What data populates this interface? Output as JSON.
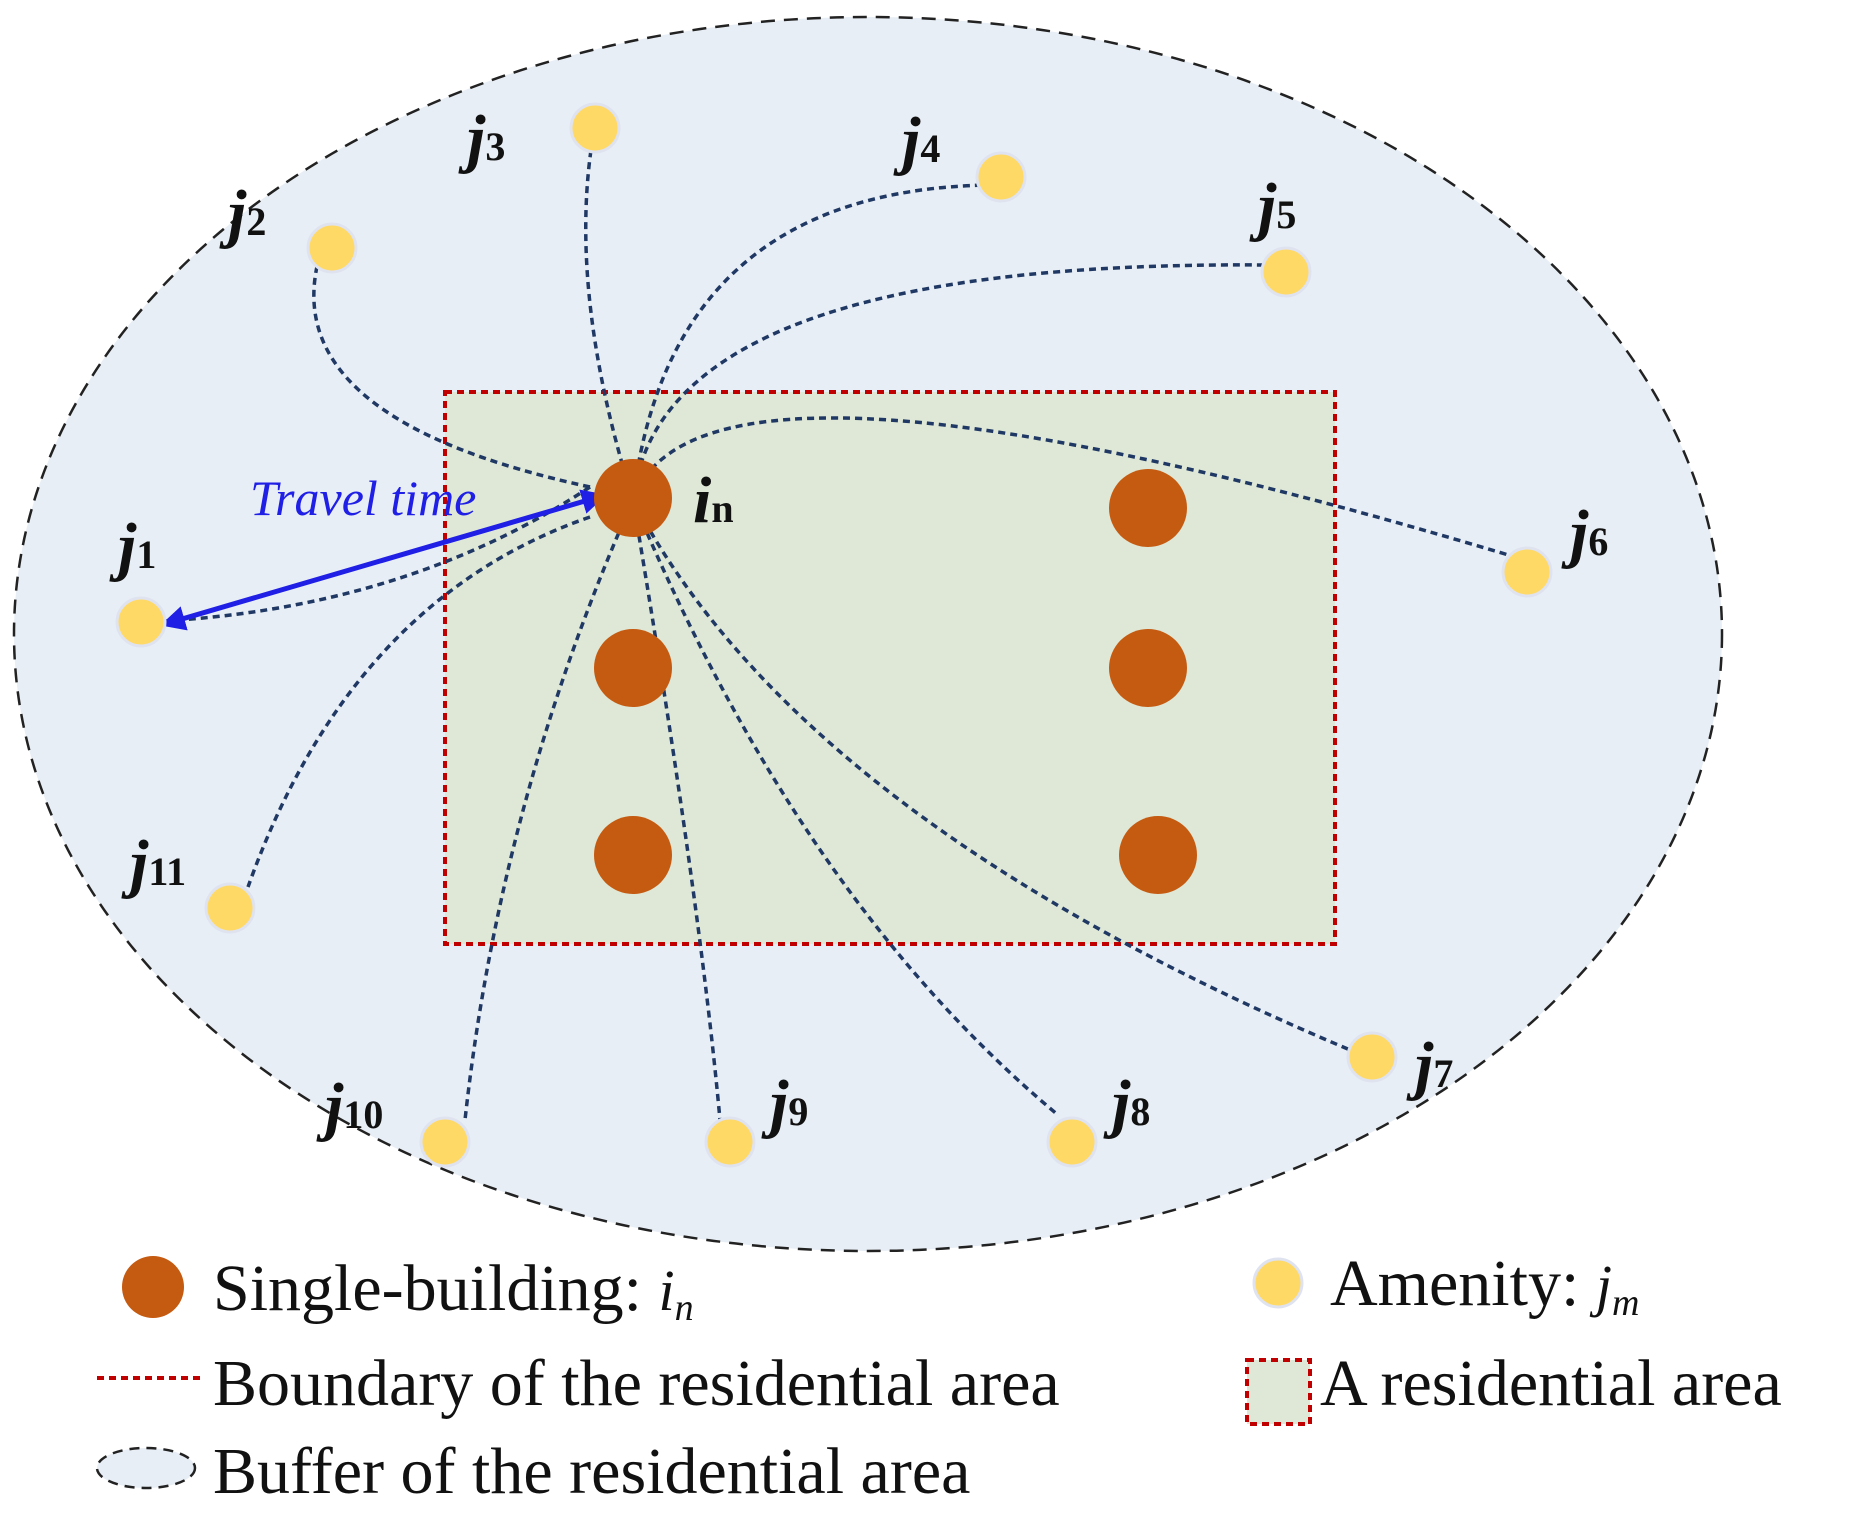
{
  "colors": {
    "buffer_fill": "#e8eef5",
    "buffer_stroke": "#222222",
    "area_fill": "#dfe8d6",
    "area_stroke": "#c00000",
    "building": "#c55a11",
    "amenity": "#ffd966",
    "route": "#1f3864",
    "travel_arrow": "#1f1fe6"
  },
  "diagram": {
    "origin": {
      "letter": "i",
      "sub": "n"
    },
    "travel_label": "Travel time",
    "amenity_letter": "j",
    "amenities": [
      {
        "sub": "1"
      },
      {
        "sub": "2"
      },
      {
        "sub": "3"
      },
      {
        "sub": "4"
      },
      {
        "sub": "5"
      },
      {
        "sub": "6"
      },
      {
        "sub": "7"
      },
      {
        "sub": "8"
      },
      {
        "sub": "9"
      },
      {
        "sub": "10"
      },
      {
        "sub": "11"
      }
    ]
  },
  "legend": {
    "building_label": "Single-building: ",
    "building_var": "i",
    "building_var_sub": "n",
    "amenity_label": "Amenity: ",
    "amenity_var": "j",
    "amenity_var_sub": "m",
    "boundary_label": "Boundary of the residential area",
    "area_label": "A residential area",
    "buffer_label": "Buffer of the residential area"
  }
}
